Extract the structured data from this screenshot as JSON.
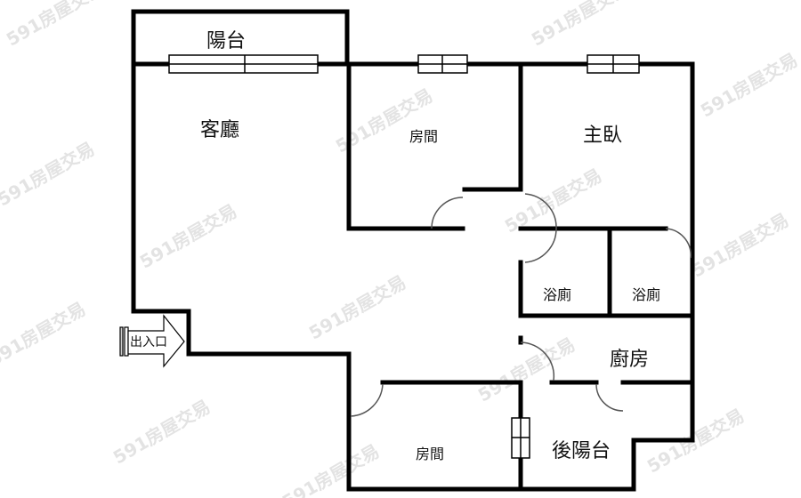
{
  "rooms": {
    "balcony": "陽台",
    "living_room": "客廳",
    "bedroom_1": "房間",
    "master_bedroom": "主臥",
    "bathroom_1": "浴廁",
    "bathroom_2": "浴廁",
    "kitchen": "廚房",
    "bedroom_2": "房間",
    "back_balcony": "後陽台"
  },
  "entrance": "出入口",
  "watermark": "591房屋交易"
}
